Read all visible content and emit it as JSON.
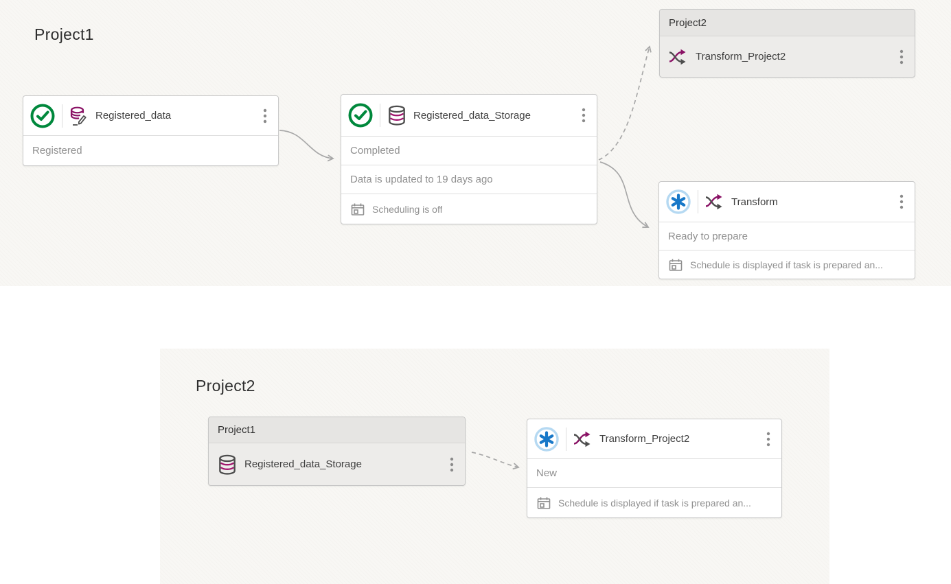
{
  "top_section": {
    "title": "Project1",
    "cards": {
      "registered_data": {
        "name": "Registered_data",
        "status": "Registered"
      },
      "registered_data_storage": {
        "name": "Registered_data_Storage",
        "status": "Completed",
        "data_updated": "Data is updated to 19 days ago",
        "scheduling": "Scheduling is off"
      },
      "project2_group": {
        "header": "Project2",
        "task": "Transform_Project2"
      },
      "transform": {
        "name": "Transform",
        "status": "Ready to prepare",
        "scheduling": "Schedule is displayed if task is prepared an..."
      }
    }
  },
  "bottom_section": {
    "title": "Project2",
    "cards": {
      "project1_group": {
        "header": "Project1",
        "task": "Registered_data_Storage"
      },
      "transform_project2": {
        "name": "Transform_Project2",
        "status": "New",
        "scheduling": "Schedule is displayed if task is prepared an..."
      }
    }
  },
  "icons": {
    "state_completed": "green-check-circle",
    "state_new": "blue-asterisk-circle",
    "type_registered_data": "database-pencil",
    "type_storage": "database-cylinder",
    "type_transform": "crossing-arrows",
    "schedule": "calendar",
    "menu": "kebab-dots"
  },
  "colors": {
    "panel_bg": "#f8f7f4",
    "success_green": "#00883c",
    "brand_magenta": "#8a1265",
    "new_blue": "#1878c8",
    "new_blue_ring": "#b5d9f2",
    "icon_gray": "#4d4d4d",
    "status_text": "#8f8f8f",
    "arrow": "#a8a8a8"
  }
}
